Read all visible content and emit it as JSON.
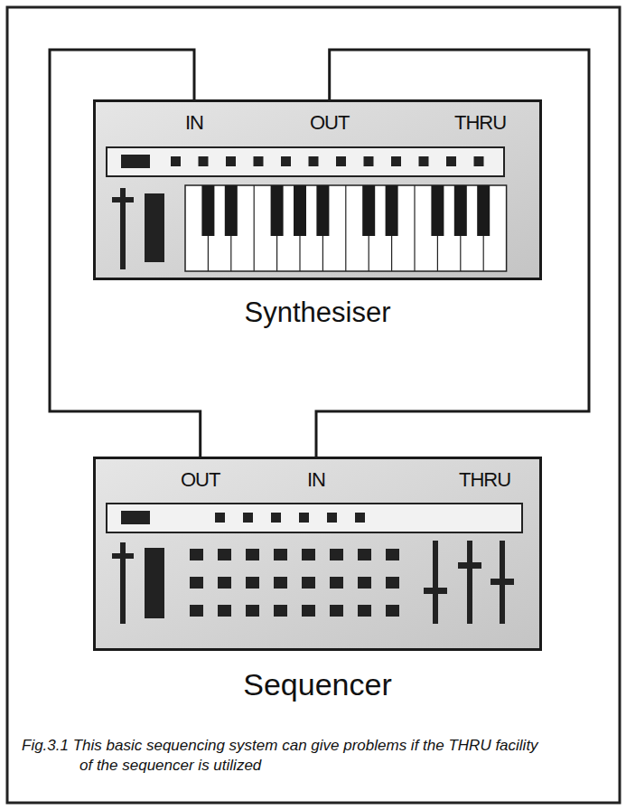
{
  "diagram": {
    "caption": "Fig.3.1 This basic sequencing system can give problems if the THRU facility of the sequencer is utilized",
    "nodes": [
      {
        "text": [
          "IN",
          "OUT",
          "THRU",
          "Synthesiser"
        ]
      },
      {
        "text": [
          "OUT",
          "IN",
          "THRU",
          "Sequencer"
        ]
      }
    ],
    "edges": [
      {
        "from": 0,
        "to": 1,
        "arrow": "none"
      },
      {
        "from": 1,
        "to": 0,
        "arrow": "none"
      }
    ]
  }
}
